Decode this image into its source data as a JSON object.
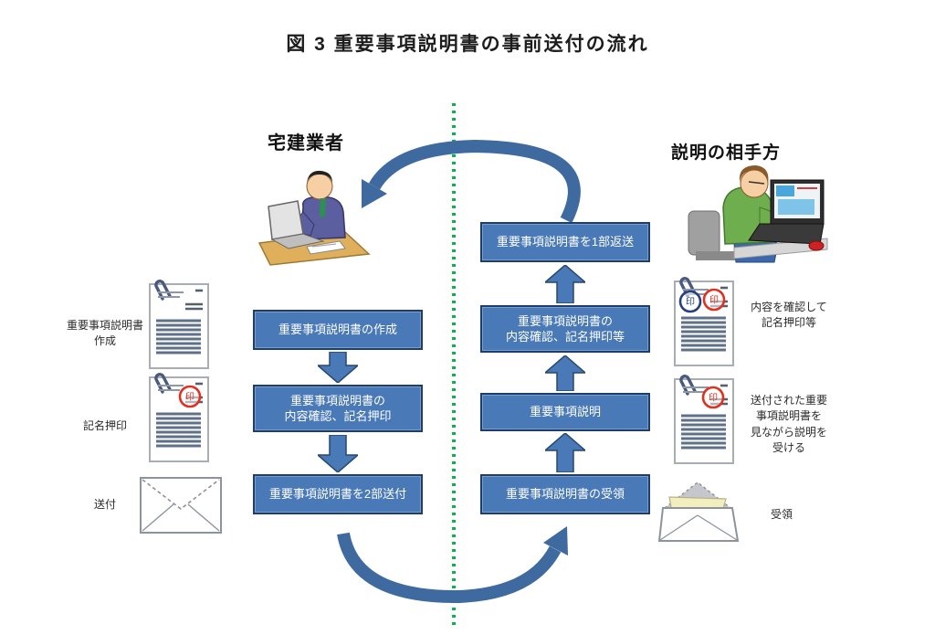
{
  "title": "図 3  重要事項説明書の事前送付の流れ",
  "stamp_char": "印",
  "colors": {
    "process_box": "#4a79b8",
    "process_box_border": "#1d3d6b",
    "flow_arrow": "#4a79b8",
    "curve_arrow": "#3f6aa0",
    "divider_green": "#00b850",
    "stamp_red": "#e03020",
    "stamp_blue": "#24407e"
  },
  "left_lane": {
    "header": "宅建業者",
    "boxes": [
      {
        "label": "重要事項説明書の作成"
      },
      {
        "label": "重要事項説明書の\n内容確認、記名押印"
      },
      {
        "label": "重要事項説明書を2部送付"
      }
    ],
    "annotations": [
      {
        "label": "重要事項説明書\n作成",
        "icon": "document-icon"
      },
      {
        "label": "記名押印",
        "icon": "document-red-stamp-icon"
      },
      {
        "label": "送付",
        "icon": "envelope-closed-icon"
      }
    ]
  },
  "right_lane": {
    "header": "説明の相手方",
    "boxes": [
      {
        "label": "重要事項説明書を1部返送"
      },
      {
        "label": "重要事項説明書の\n内容確認、記名押印等"
      },
      {
        "label": "重要事項説明"
      },
      {
        "label": "重要事項説明書の受領"
      }
    ],
    "annotations": [
      {
        "label": "内容を確認して\n記名押印等",
        "icon": "document-two-stamps-icon"
      },
      {
        "label": "送付された重要\n事項説明書を\n見ながら説明を\n受ける",
        "icon": "document-red-stamp-icon"
      },
      {
        "label": "受領",
        "icon": "envelope-open-icon"
      }
    ]
  }
}
